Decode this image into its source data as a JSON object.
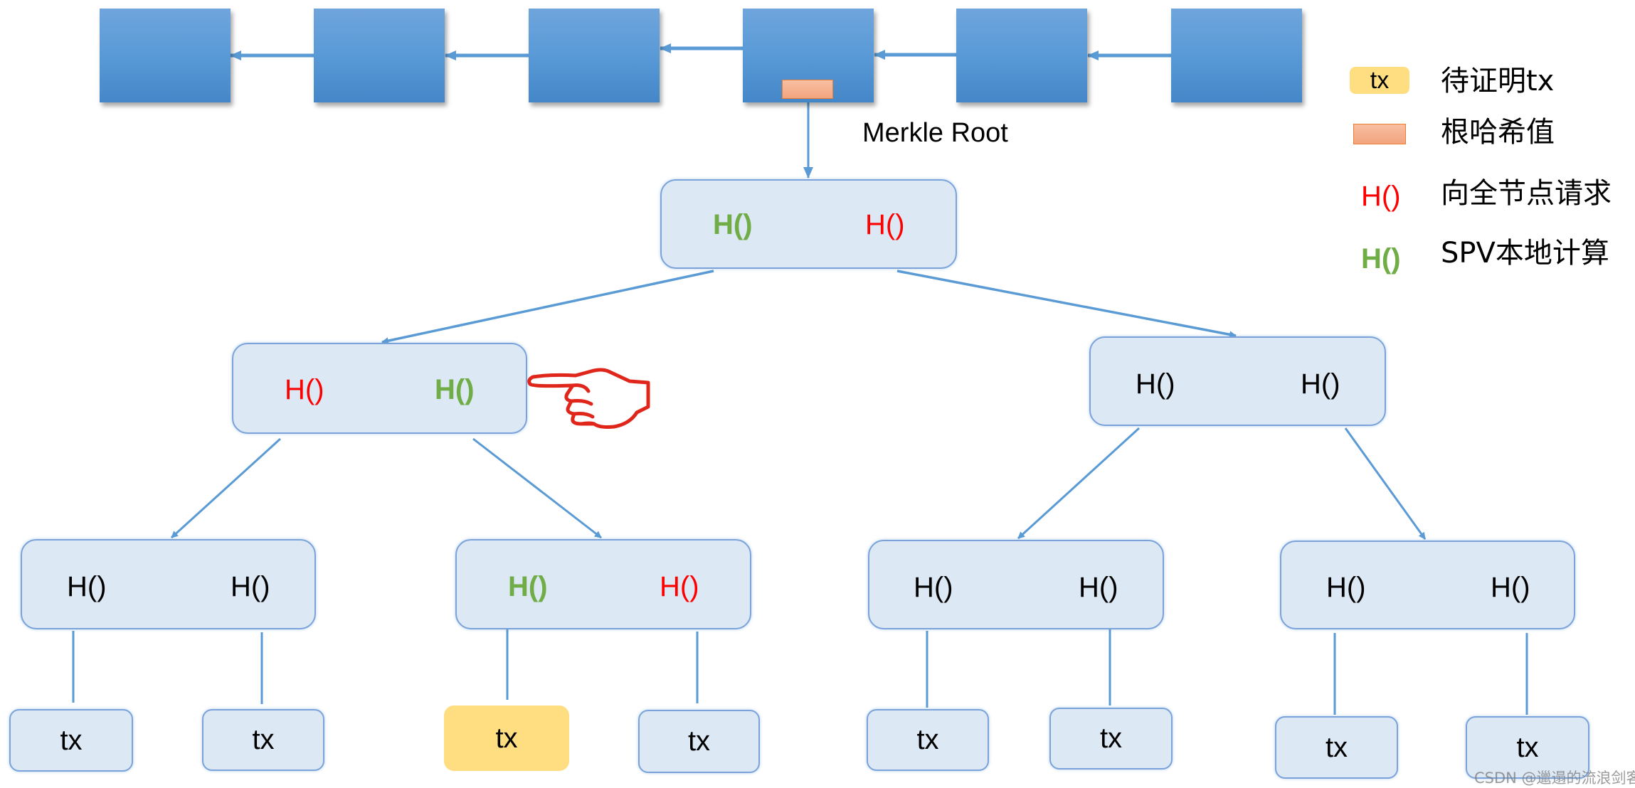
{
  "blockchain": {
    "block_count": 6,
    "merkle_root_label": "Merkle Root"
  },
  "tree": {
    "root": {
      "left": {
        "text": "H()",
        "status": "spv-local"
      },
      "right": {
        "text": "H()",
        "status": "request-full-node"
      }
    },
    "level2": [
      {
        "left": {
          "text": "H()",
          "status": "request-full-node"
        },
        "right": {
          "text": "H()",
          "status": "spv-local"
        },
        "pointer": "hand-pointing-icon"
      },
      {
        "left": {
          "text": "H()",
          "status": "plain"
        },
        "right": {
          "text": "H()",
          "status": "plain"
        }
      }
    ],
    "level3": [
      {
        "left": {
          "text": "H()",
          "status": "plain"
        },
        "right": {
          "text": "H()",
          "status": "plain"
        }
      },
      {
        "left": {
          "text": "H()",
          "status": "spv-local"
        },
        "right": {
          "text": "H()",
          "status": "request-full-node"
        }
      },
      {
        "left": {
          "text": "H()",
          "status": "plain"
        },
        "right": {
          "text": "H()",
          "status": "plain"
        }
      },
      {
        "left": {
          "text": "H()",
          "status": "plain"
        },
        "right": {
          "text": "H()",
          "status": "plain"
        }
      }
    ],
    "leaves": [
      {
        "text": "tx",
        "target": false
      },
      {
        "text": "tx",
        "target": false
      },
      {
        "text": "tx",
        "target": true
      },
      {
        "text": "tx",
        "target": false
      },
      {
        "text": "tx",
        "target": false
      },
      {
        "text": "tx",
        "target": false
      },
      {
        "text": "tx",
        "target": false
      },
      {
        "text": "tx",
        "target": false
      }
    ]
  },
  "legend": {
    "items": [
      {
        "swatch": "tx",
        "label": "待证明tx"
      },
      {
        "swatch": "",
        "label": "根哈希值"
      },
      {
        "swatch": "H()",
        "label": "向全节点请求"
      },
      {
        "swatch": "H()",
        "label": "SPV本地计算"
      }
    ]
  },
  "colors": {
    "block_blue": "#5B9BD5",
    "root_hash_orange": "#F4B183",
    "target_tx_yellow": "#FFD966",
    "request_red": "#FF0000",
    "local_green": "#70AD47",
    "node_fill": "#DDE8F5",
    "hand_red": "#E0261B"
  },
  "watermark": "CSDN @邋遢的流浪剑客"
}
